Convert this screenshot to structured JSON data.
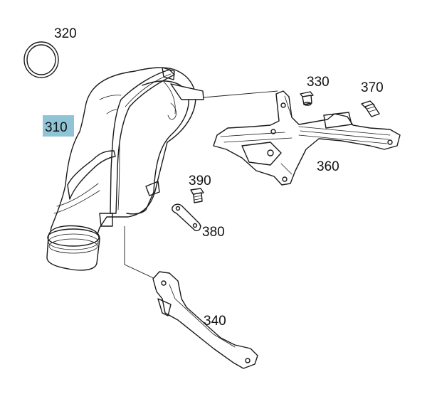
{
  "diagram": {
    "highlight_color": "#8fc4d6",
    "callouts": {
      "c310": "310",
      "c320": "320",
      "c330": "330",
      "c340": "340",
      "c360": "360",
      "c370": "370",
      "c380": "380",
      "c390": "390"
    },
    "highlighted_part": "310"
  }
}
